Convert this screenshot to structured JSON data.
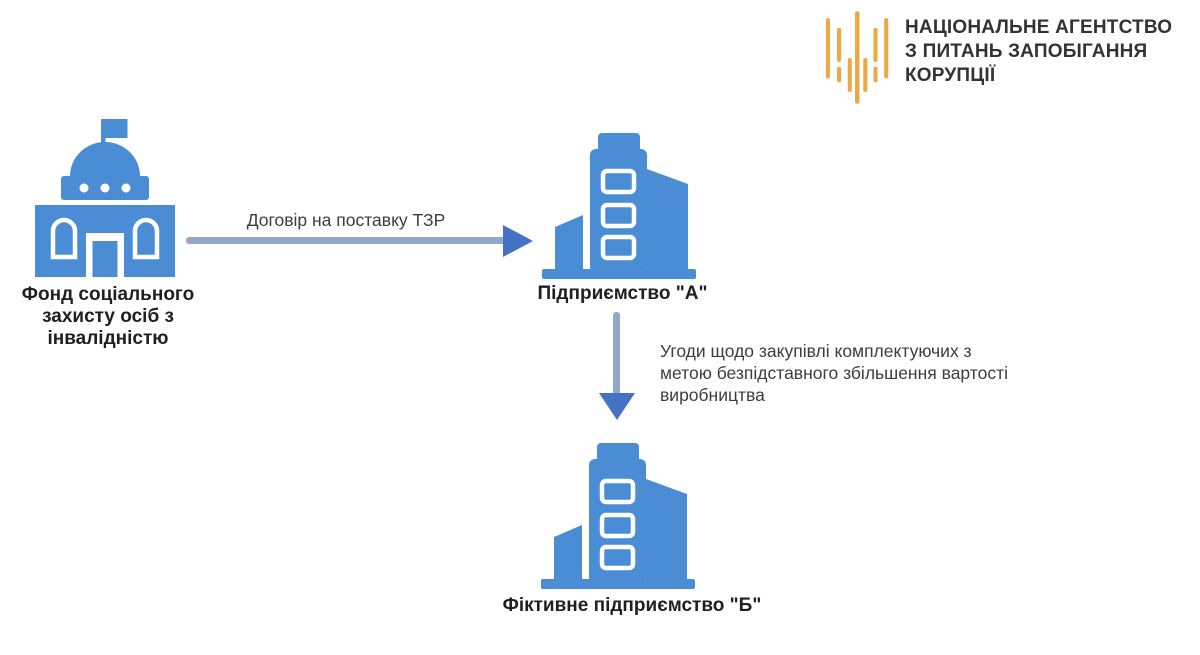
{
  "logo": {
    "name_lines": [
      "НАЦІОНАЛЬНЕ АГЕНТСТВО",
      "З ПИТАНЬ ЗАПОБІГАННЯ",
      "КОРУПЦІЇ"
    ],
    "accent_color": "#EBA843"
  },
  "diagram": {
    "fund": {
      "lines": [
        "Фонд соціального",
        "захисту осіб з",
        "інвалідністю"
      ]
    },
    "enterprise_a": {
      "label": "Підприємство \"А\""
    },
    "enterprise_b": {
      "label": "Фіктивне підприємство \"Б\""
    },
    "edge_contract": {
      "label": "Договір на поставку ТЗР"
    },
    "edge_agreements": {
      "lines": [
        "Угоди щодо закупівлі комплектуючих з",
        "метою безпідставного збільшення вартості",
        "виробництва"
      ]
    }
  },
  "colors": {
    "building_blue": "#4B8DD4",
    "arrow_shaft": "#94A7CD",
    "arrow_head": "#4472C4",
    "logo_gold": "#EBA843",
    "label_text": "#1F1F1F",
    "note_text": "#3D3D3D"
  }
}
